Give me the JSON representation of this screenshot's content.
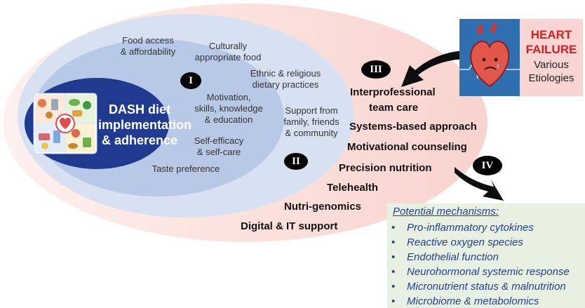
{
  "core": {
    "line1": "DASH diet",
    "line2": "implementation",
    "line3": "& adherence"
  },
  "level1": {
    "badge": "I",
    "motivation": [
      "Motivation,",
      "skills, knowledge",
      "& education"
    ],
    "self_efficacy": [
      "Self-efficacy",
      "& self-care"
    ],
    "taste": "Taste preference"
  },
  "level2": {
    "badge": "II",
    "food_access": [
      "Food access",
      "& affordability"
    ],
    "culturally": [
      "Culturally",
      "appropriate food"
    ],
    "ethnic": [
      "Ethnic & religious",
      "dietary practices"
    ],
    "support": [
      "Support from",
      "family, friends",
      "& community"
    ]
  },
  "level3": {
    "badge": "III",
    "strategies": [
      "Interprofessional",
      "team care",
      "Systems-based approach",
      "Motivational counseling",
      "Precision nutrition",
      "Telehealth",
      "Nutri-genomics",
      "Digital & IT support"
    ]
  },
  "heart_failure": {
    "title1": "HEART",
    "title2": "FAILURE",
    "sub1": "Various",
    "sub2": "Etiologies"
  },
  "level4": {
    "badge": "IV"
  },
  "mechanisms": {
    "title": "Potential mechanisms:",
    "bullet": "•",
    "items": [
      "Pro-inflammatory cytokines",
      "Reactive oxygen species",
      "Endothelial function",
      "Neurohormonal  systemic response",
      "Micronutrient status & malnutrition",
      "Microbiome & metabolomics"
    ]
  },
  "colors": {
    "outer_ellipse": "#fbe0dc",
    "middle_ellipse": "#d7e1f2",
    "inner_ellipse": "#b7c9e6",
    "core_ellipse": "#1f3a8f",
    "mechanism_text": "#1f3f99",
    "heart_failure_red": "#d61e1e"
  }
}
